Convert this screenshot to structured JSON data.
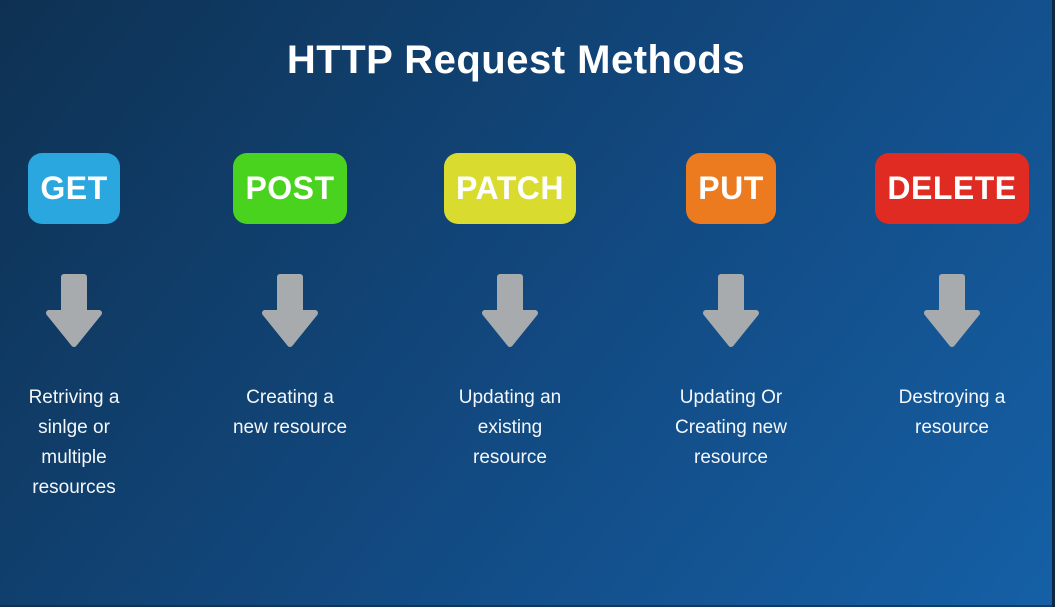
{
  "title": "HTTP Request Methods",
  "background": {
    "gradient_from": "#0e3152",
    "gradient_to": "#1560a6",
    "edge_strip_color": "#0f2740"
  },
  "arrow_color": "#a8abae",
  "text_color": "#ffffff",
  "methods": [
    {
      "label": "GET",
      "color": "#2aa7df",
      "description": "Retriving a\nsinlge or\nmultiple\nresources"
    },
    {
      "label": "POST",
      "color": "#49d31f",
      "description": "Creating a\nnew resource"
    },
    {
      "label": "PATCH",
      "color": "#d9dc2e",
      "description": "Updating an\nexisting\nresource"
    },
    {
      "label": "PUT",
      "color": "#ec7a1e",
      "description": "Updating Or\nCreating new\nresource"
    },
    {
      "label": "DELETE",
      "color": "#df2b21",
      "description": "Destroying a\nresource"
    }
  ]
}
